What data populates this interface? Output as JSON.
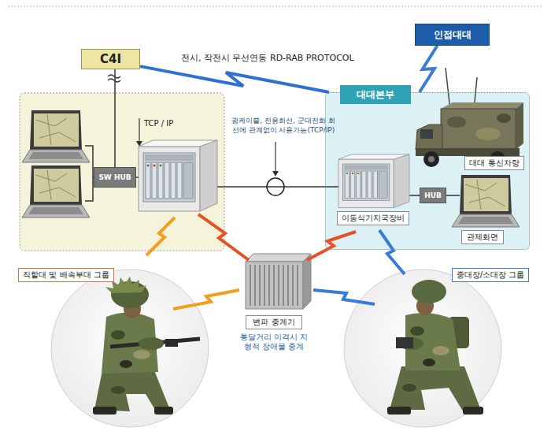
{
  "diagram": {
    "nodes": [
      {
        "text": [
          "C4I"
        ]
      },
      {
        "text": [
          "인접대대"
        ]
      },
      {
        "text": [
          "대대본부"
        ]
      },
      {
        "text": [
          "대대 통신차량"
        ],
        "in": 2
      },
      {
        "text": [
          "SW HUB"
        ]
      },
      {
        "text": [
          "HUB"
        ],
        "in": 2
      },
      {
        "text": [
          "이동식기지국장비"
        ],
        "in": 2
      },
      {
        "text": [
          "관제화면"
        ],
        "in": 2
      },
      {
        "text": [
          "직할대 및 배속부대 그룹"
        ]
      },
      {
        "text": [
          "중대장/소대장 그룹"
        ]
      },
      {
        "text": [
          "변파 중계기"
        ]
      }
    ],
    "edges": [
      {
        "from": 0,
        "to": 4,
        "arrow": "none"
      },
      {
        "from": 0,
        "to": 2,
        "label": "전시, 작전시 무선연동 RD-RAB PROTOCOL",
        "arrow": "none"
      },
      {
        "from": 1,
        "to": 2,
        "arrow": "none"
      }
    ],
    "labels": [
      "TCP / IP",
      "광케이블, 전용회선, 군대전화 회선에 관계없이 사용가능(TCP/IP)",
      "통달거리 이격시 지형적 장애물 중계"
    ]
  }
}
